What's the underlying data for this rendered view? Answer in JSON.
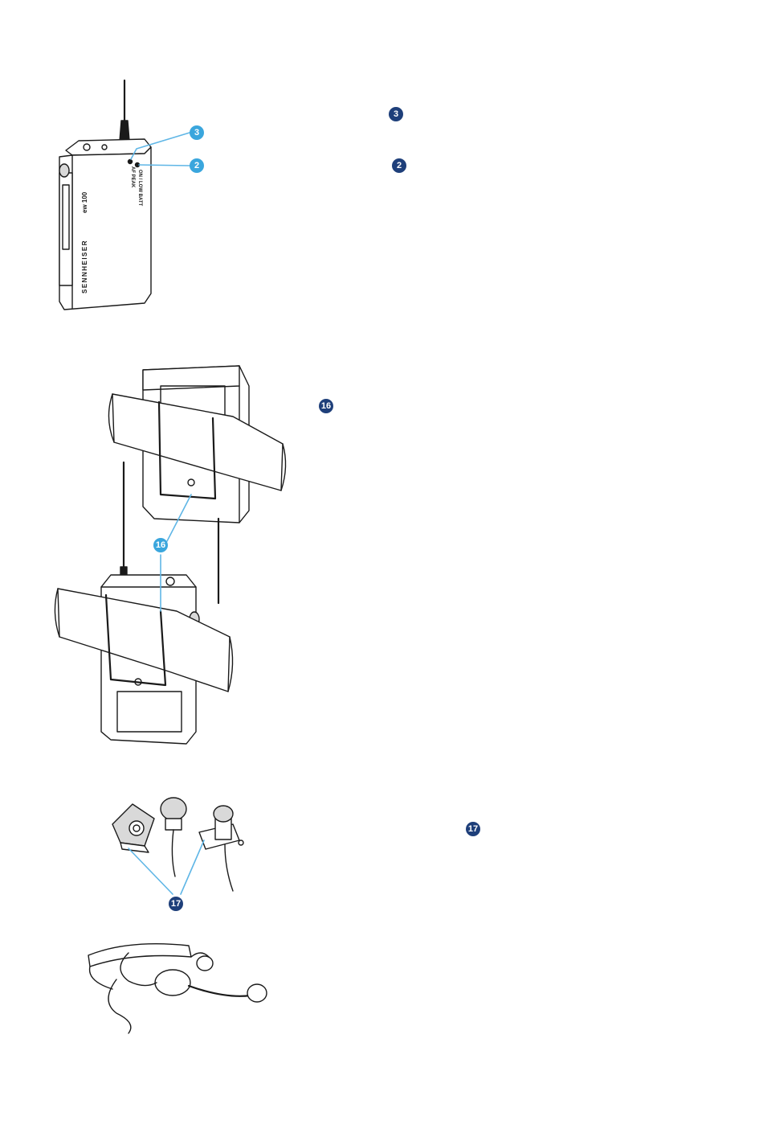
{
  "figure_top": {
    "device_brand": "SENNHEISER",
    "device_model": "ew 100",
    "led_upper_label": "AF PEAK",
    "led_lower_label": "ON / LOW BATT",
    "callout_upper": "3",
    "callout_lower": "2"
  },
  "text_markers": {
    "marker_a": "3",
    "marker_b": "2",
    "marker_c": "16",
    "marker_d": "17"
  },
  "figure_clip": {
    "callout": "16"
  },
  "figure_mics": {
    "callout": "17"
  },
  "colors": {
    "callout_light": "#3aa6dd",
    "callout_dark": "#1e3f7a",
    "line_art": "#1a1a1a"
  }
}
